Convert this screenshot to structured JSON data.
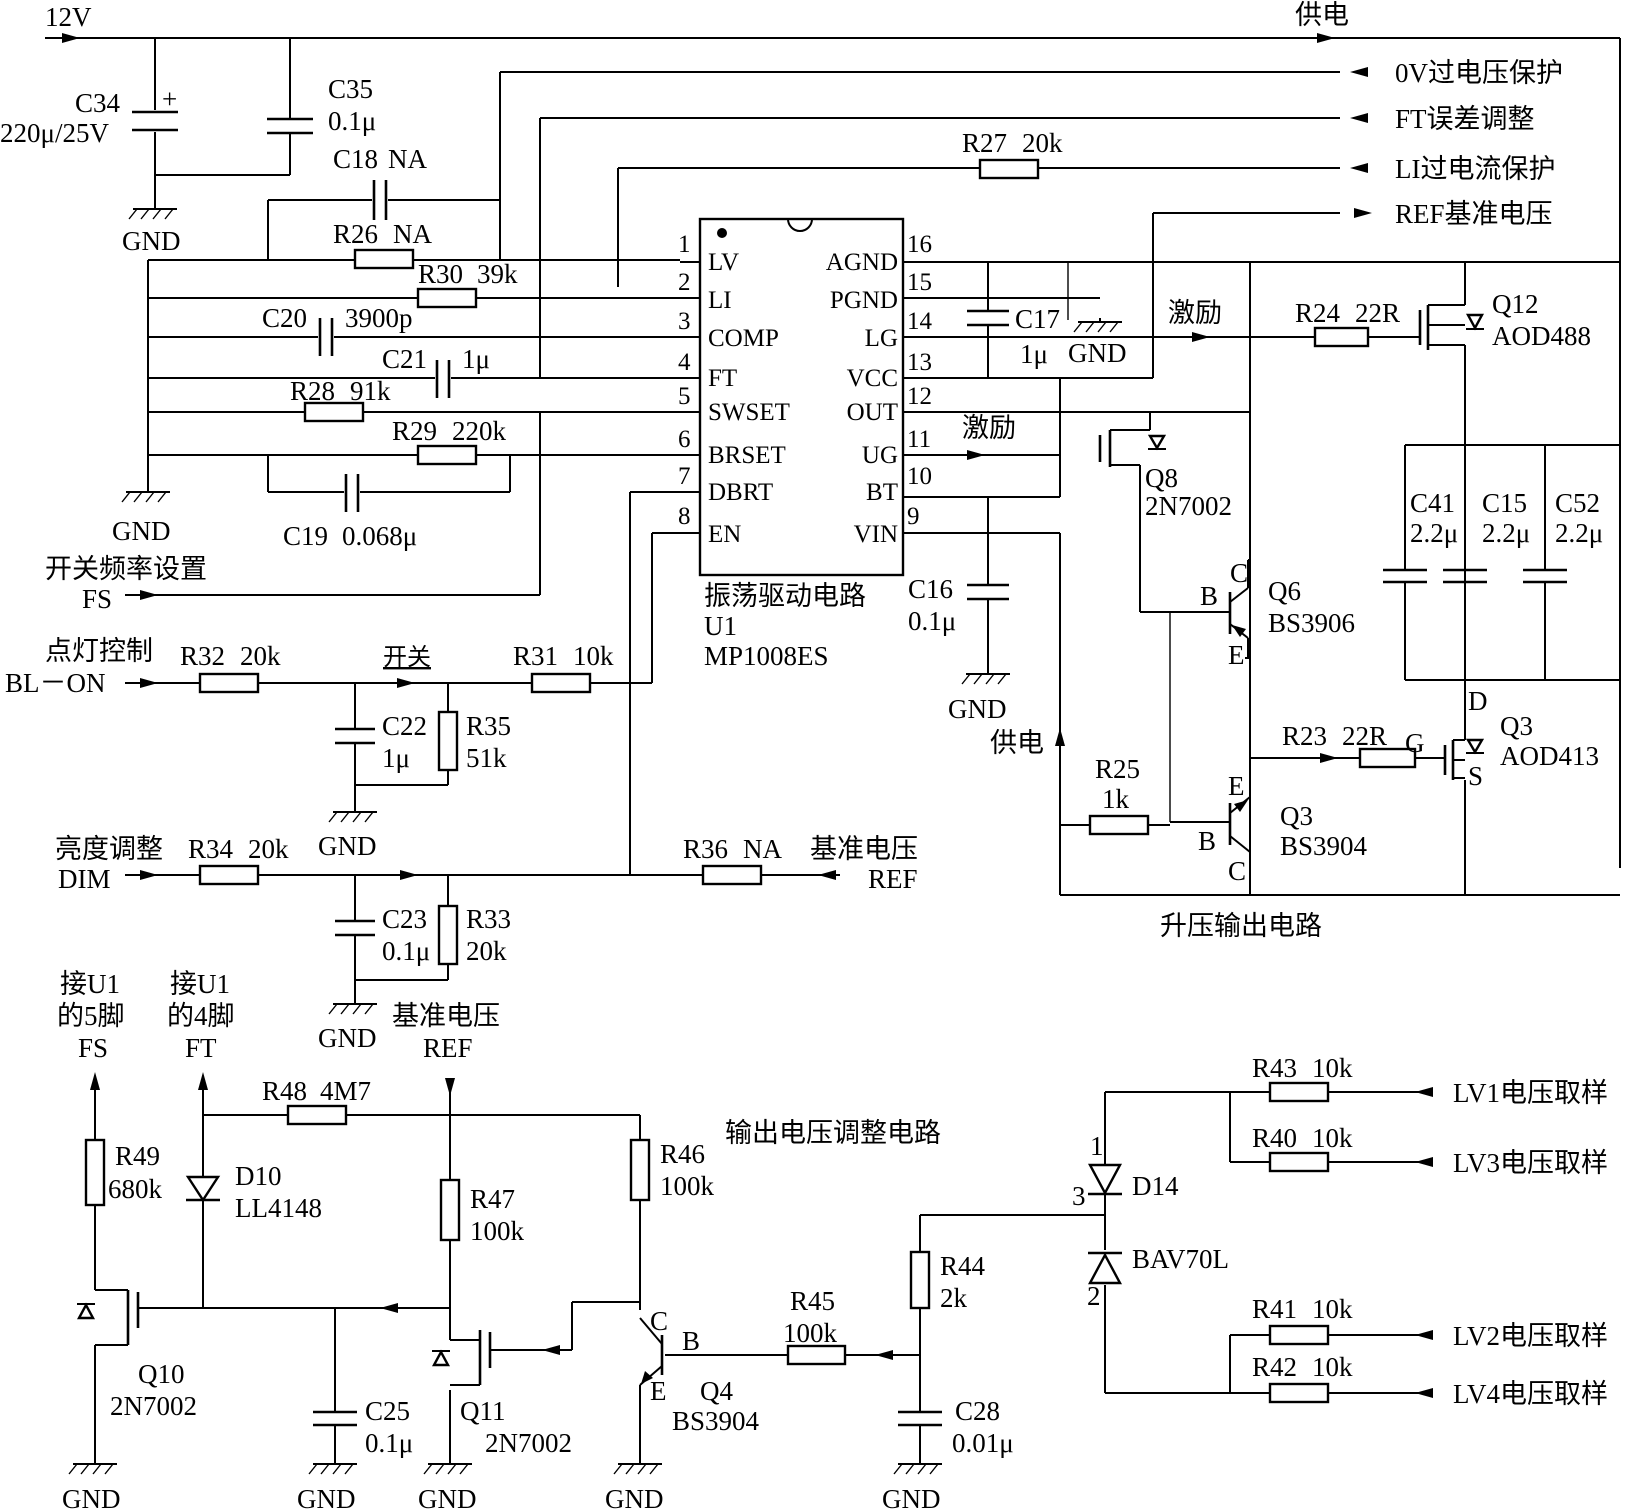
{
  "schematic": {
    "rails": {
      "v12": "12V",
      "supply": "供电"
    },
    "ic": {
      "name": "振荡驱动电路",
      "ref": "U1",
      "part": "MP1008ES",
      "pins_left": [
        {
          "num": "1",
          "name": "LV"
        },
        {
          "num": "2",
          "name": "LI"
        },
        {
          "num": "3",
          "name": "COMP"
        },
        {
          "num": "4",
          "name": "FT"
        },
        {
          "num": "5",
          "name": "SWSET"
        },
        {
          "num": "6",
          "name": "BRSET"
        },
        {
          "num": "7",
          "name": "DBRT"
        },
        {
          "num": "8",
          "name": "EN"
        }
      ],
      "pins_right": [
        {
          "num": "16",
          "name": "AGND"
        },
        {
          "num": "15",
          "name": "PGND"
        },
        {
          "num": "14",
          "name": "LG"
        },
        {
          "num": "13",
          "name": "VCC"
        },
        {
          "num": "12",
          "name": "OUT"
        },
        {
          "num": "11",
          "name": "UG"
        },
        {
          "num": "10",
          "name": "BT"
        },
        {
          "num": "9",
          "name": "VIN"
        }
      ]
    },
    "right_labels": {
      "ov": "0V过电压保护",
      "ft": "FT误差调整",
      "li": "LI过电流保护",
      "ref": "REF基准电压"
    },
    "drive_label": "激励",
    "components": {
      "c34": {
        "name": "C34",
        "value": "220μ/25V",
        "plus": "+"
      },
      "c35": {
        "name": "C35",
        "value": "0.1μ"
      },
      "c18": {
        "name": "C18",
        "value": "NA"
      },
      "r26": {
        "name": "R26",
        "value": "NA"
      },
      "r30": {
        "name": "R30",
        "value": "39k"
      },
      "c20": {
        "name": "C20",
        "value": "3900p"
      },
      "c21": {
        "name": "C21",
        "value": "1μ"
      },
      "r28": {
        "name": "R28",
        "value": "91k"
      },
      "r29": {
        "name": "R29",
        "value": "220k"
      },
      "c19": {
        "name": "C19",
        "value": "0.068μ"
      },
      "r27": {
        "name": "R27",
        "value": "20k"
      },
      "c17": {
        "name": "C17",
        "value": "1μ"
      },
      "r24": {
        "name": "R24",
        "value": "22R"
      },
      "q12": {
        "name": "Q12",
        "value": "AOD488"
      },
      "q8": {
        "name": "Q8",
        "value": "2N7002"
      },
      "c41": {
        "name": "C41",
        "value": "2.2μ"
      },
      "c15": {
        "name": "C15",
        "value": "2.2μ"
      },
      "c52": {
        "name": "C52",
        "value": "2.2μ"
      },
      "q6": {
        "name": "Q6",
        "value": "BS3906"
      },
      "c16": {
        "name": "C16",
        "value": "0.1μ"
      },
      "q3": {
        "name": "Q3",
        "value": "AOD413"
      },
      "r23": {
        "name": "R23",
        "value": "22R"
      },
      "r25": {
        "name": "R25",
        "value": "1k"
      },
      "q3b": {
        "name": "Q3",
        "value": "BS3904"
      },
      "r32": {
        "name": "R32",
        "value": "20k"
      },
      "r31": {
        "name": "R31",
        "value": "10k"
      },
      "c22": {
        "name": "C22",
        "value": "1μ"
      },
      "r35": {
        "name": "R35",
        "value": "51k"
      },
      "r34": {
        "name": "R34",
        "value": "20k"
      },
      "r36": {
        "name": "R36",
        "value": "NA"
      },
      "c23": {
        "name": "C23",
        "value": "0.1μ"
      },
      "r33": {
        "name": "R33",
        "value": "20k"
      },
      "r48": {
        "name": "R48",
        "value": "4M7"
      },
      "r49": {
        "name": "R49",
        "value": "680k"
      },
      "d10": {
        "name": "D10",
        "value": "LL4148"
      },
      "r47": {
        "name": "R47",
        "value": "100k"
      },
      "r46": {
        "name": "R46",
        "value": "100k"
      },
      "q10": {
        "name": "Q10",
        "value": "2N7002"
      },
      "c25": {
        "name": "C25",
        "value": "0.1μ"
      },
      "q11": {
        "name": "Q11",
        "value": "2N7002"
      },
      "q4": {
        "name": "Q4",
        "value": "BS3904"
      },
      "r45": {
        "name": "R45",
        "value": "100k"
      },
      "r44": {
        "name": "R44",
        "value": "2k"
      },
      "c28": {
        "name": "C28",
        "value": "0.01μ"
      },
      "d14": {
        "name": "D14",
        "value": "BAV70L"
      },
      "r43": {
        "name": "R43",
        "value": "10k"
      },
      "r40": {
        "name": "R40",
        "value": "10k"
      },
      "r41": {
        "name": "R41",
        "value": "10k"
      },
      "r42": {
        "name": "R42",
        "value": "10k"
      }
    },
    "signals": {
      "fs_desc": "开关频率设置",
      "fs": "FS",
      "bl_desc": "点灯控制",
      "bl": "BL－ON",
      "switch": "开关",
      "dim_desc": "亮度调整",
      "dim": "DIM",
      "ref_desc": "基准电压",
      "ref": "REF",
      "u1_fs_1": "接U1",
      "u1_fs_2": "的5脚",
      "u1_ft_1": "接U1",
      "u1_ft_2": "的4脚",
      "ft": "FT",
      "lv1": "LV1电压取样",
      "lv3": "LV3电压取样",
      "lv2": "LV2电压取样",
      "lv4": "LV4电压取样"
    },
    "section_titles": {
      "boost": "升压输出电路",
      "adjust": "输出电压调整电路"
    },
    "gnd": "GND",
    "pins": {
      "b": "B",
      "c": "C",
      "e": "E",
      "d": "D",
      "s": "S",
      "g": "G",
      "p1": "1",
      "p2": "2",
      "p3": "3"
    }
  }
}
